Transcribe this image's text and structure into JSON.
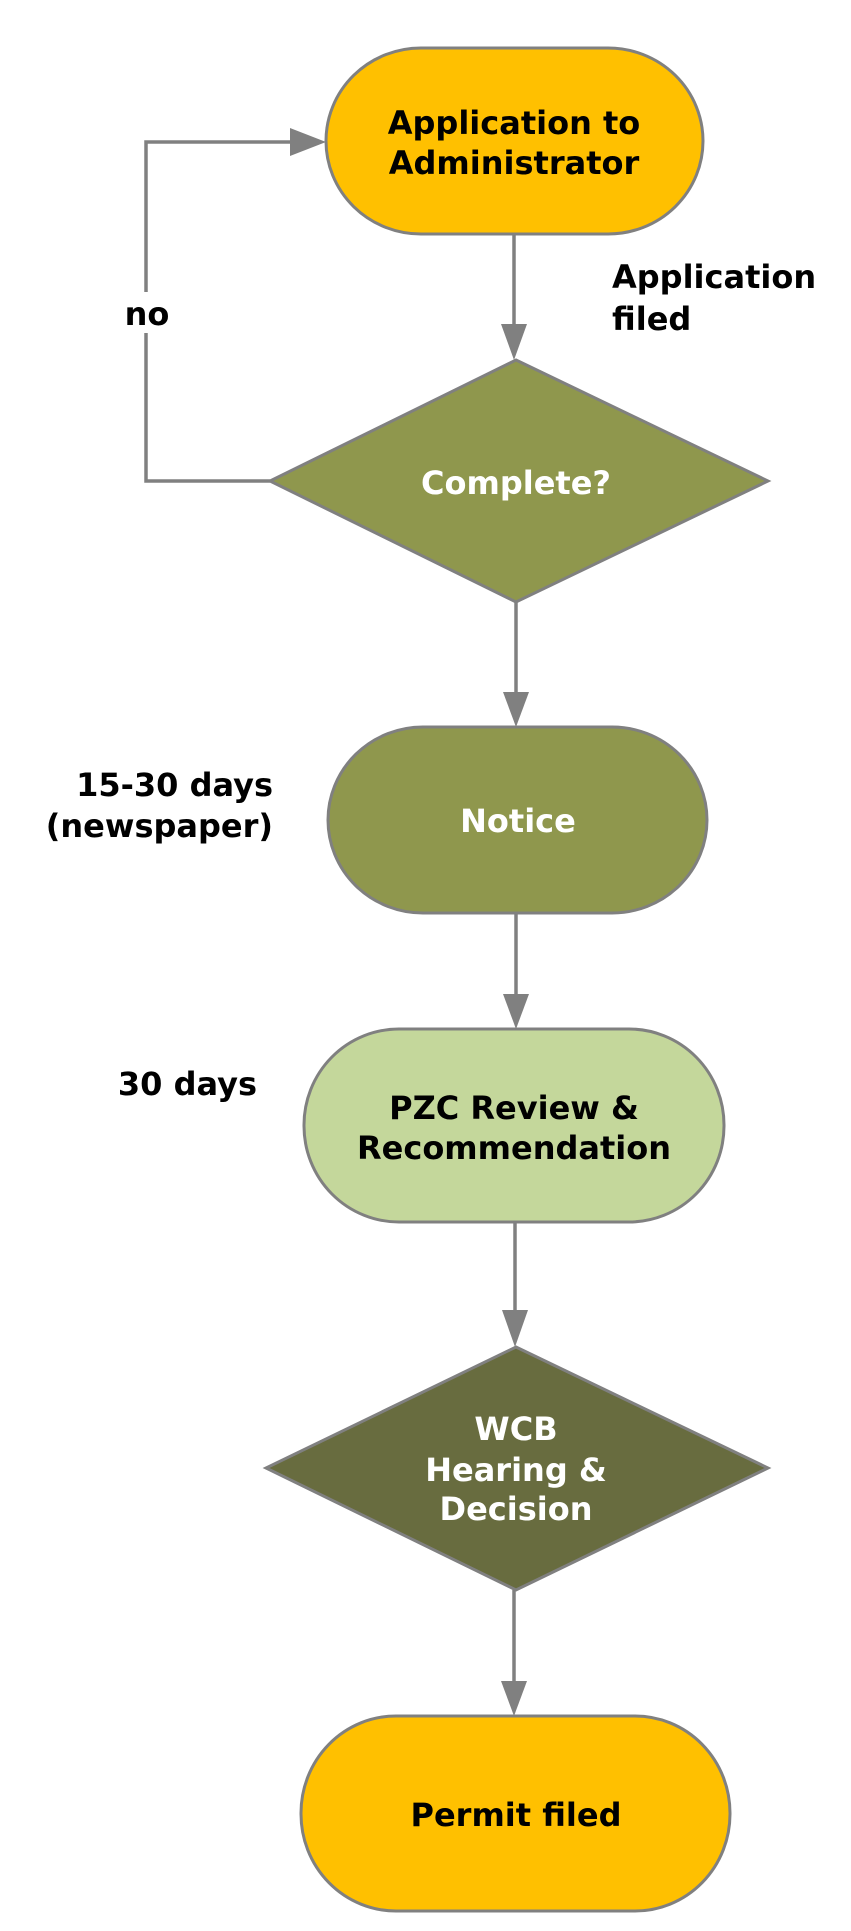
{
  "diagram": {
    "type": "flowchart",
    "colors": {
      "terminal": "#FFC000",
      "olive": "#8F974D",
      "light_green": "#C4D79B",
      "dark_olive": "#686C3F",
      "connector": "#808080"
    },
    "nodes": [
      {
        "id": "application",
        "shape": "terminal",
        "lines": [
          "Application to",
          "Administrator"
        ]
      },
      {
        "id": "complete",
        "shape": "decision",
        "lines": [
          "Complete?"
        ]
      },
      {
        "id": "notice",
        "shape": "terminal",
        "lines": [
          "Notice"
        ]
      },
      {
        "id": "pzc",
        "shape": "terminal",
        "lines": [
          "PZC Review &",
          "Recommendation"
        ]
      },
      {
        "id": "wcb",
        "shape": "decision",
        "lines": [
          "WCB",
          "Hearing &",
          "Decision"
        ]
      },
      {
        "id": "permit",
        "shape": "terminal",
        "lines": [
          "Permit filed"
        ]
      }
    ],
    "edges": [
      {
        "from": "application",
        "to": "complete",
        "label": [
          "Application",
          "filed"
        ]
      },
      {
        "from": "complete",
        "to": "application",
        "label": [
          "no"
        ]
      },
      {
        "from": "complete",
        "to": "notice",
        "label": []
      },
      {
        "from": "notice",
        "to": "pzc",
        "label": []
      },
      {
        "from": "pzc",
        "to": "wcb",
        "label": []
      },
      {
        "from": "wcb",
        "to": "permit",
        "label": []
      }
    ],
    "annotations": {
      "notice_timing": [
        "15-30 days",
        "(newspaper)"
      ],
      "pzc_timing": [
        "30 days"
      ]
    }
  }
}
